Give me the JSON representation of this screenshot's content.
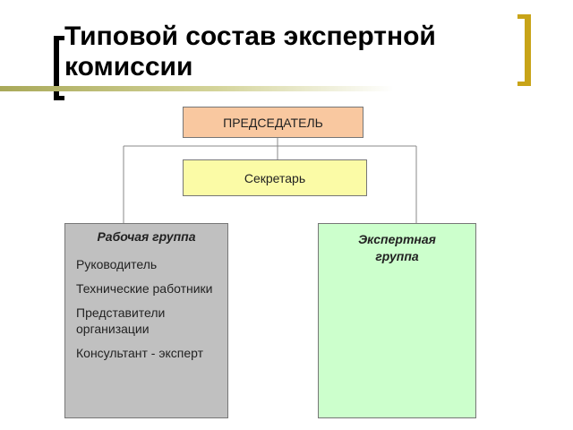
{
  "title": {
    "line1": "Типовой состав экспертной",
    "line2": "комиссии"
  },
  "chart": {
    "chairman": "ПРЕДСЕДАТЕЛЬ",
    "secretary": "Секретарь",
    "working_group": {
      "title": "Рабочая группа",
      "members": [
        "Руководитель",
        "Технические работники",
        "Представители организации",
        "Консультант - эксперт"
      ]
    },
    "expert_group": {
      "title_line1": "Экспертная",
      "title_line2": "группа"
    }
  },
  "colors": {
    "chairman_fill": "#f9c8a0",
    "secretary_fill": "#fbfba6",
    "working_group_fill": "#c0c0c0",
    "expert_group_fill": "#ccffcc",
    "accent_bracket": "#c8a418"
  }
}
